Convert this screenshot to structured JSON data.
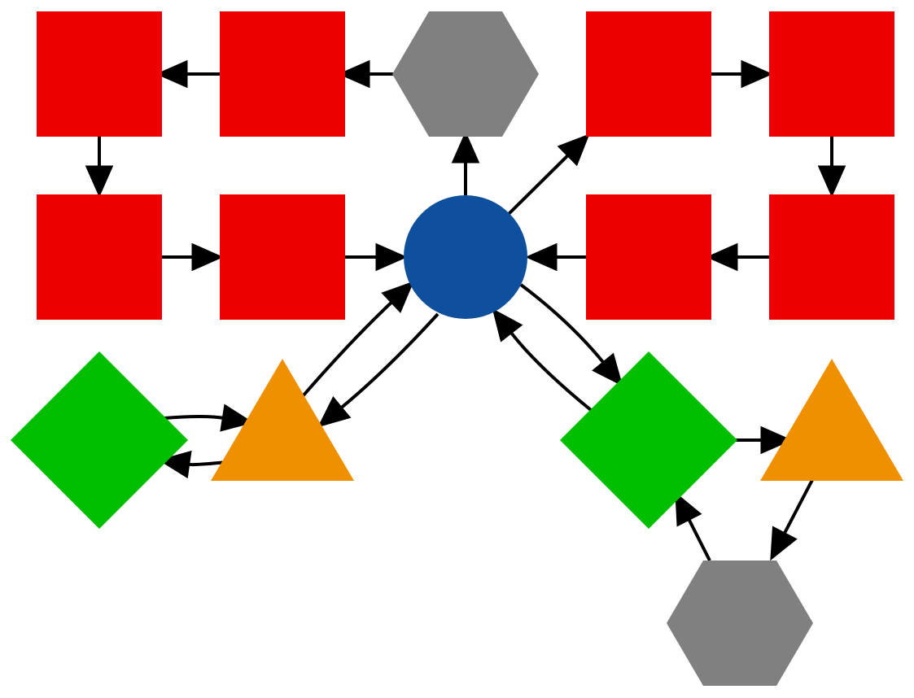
{
  "colors": {
    "square": "#ee0000",
    "hexagon": "#808080",
    "circle": "#0e509e",
    "diamond": "#00bf00",
    "triangle": "#ee9000",
    "edge": "#000000",
    "background": "#ffffff"
  },
  "nodes": [
    {
      "id": "sq1",
      "shape": "square"
    },
    {
      "id": "sq2",
      "shape": "square"
    },
    {
      "id": "hex-top",
      "shape": "hexagon"
    },
    {
      "id": "sq3",
      "shape": "square"
    },
    {
      "id": "sq4",
      "shape": "square"
    },
    {
      "id": "sq5",
      "shape": "square"
    },
    {
      "id": "sq6",
      "shape": "square"
    },
    {
      "id": "hub",
      "shape": "circle"
    },
    {
      "id": "sq7",
      "shape": "square"
    },
    {
      "id": "sq8",
      "shape": "square"
    },
    {
      "id": "dia-left",
      "shape": "diamond"
    },
    {
      "id": "tri-left",
      "shape": "triangle"
    },
    {
      "id": "dia-right",
      "shape": "diamond"
    },
    {
      "id": "tri-right",
      "shape": "triangle"
    },
    {
      "id": "hex-bottom",
      "shape": "hexagon"
    }
  ],
  "edges": [
    {
      "from": "hex-top",
      "to": "sq2"
    },
    {
      "from": "sq2",
      "to": "sq1"
    },
    {
      "from": "sq1",
      "to": "sq5"
    },
    {
      "from": "sq5",
      "to": "sq6"
    },
    {
      "from": "sq6",
      "to": "hub"
    },
    {
      "from": "hub",
      "to": "hex-top"
    },
    {
      "from": "hub",
      "to": "sq3"
    },
    {
      "from": "sq3",
      "to": "sq4"
    },
    {
      "from": "sq4",
      "to": "sq8"
    },
    {
      "from": "sq8",
      "to": "sq7"
    },
    {
      "from": "sq7",
      "to": "hub"
    },
    {
      "from": "hub",
      "to": "tri-left"
    },
    {
      "from": "tri-left",
      "to": "hub"
    },
    {
      "from": "dia-left",
      "to": "tri-left"
    },
    {
      "from": "tri-left",
      "to": "dia-left"
    },
    {
      "from": "hub",
      "to": "dia-right"
    },
    {
      "from": "dia-right",
      "to": "hub"
    },
    {
      "from": "dia-right",
      "to": "tri-right"
    },
    {
      "from": "tri-right",
      "to": "hex-bottom"
    },
    {
      "from": "hex-bottom",
      "to": "dia-right"
    }
  ]
}
